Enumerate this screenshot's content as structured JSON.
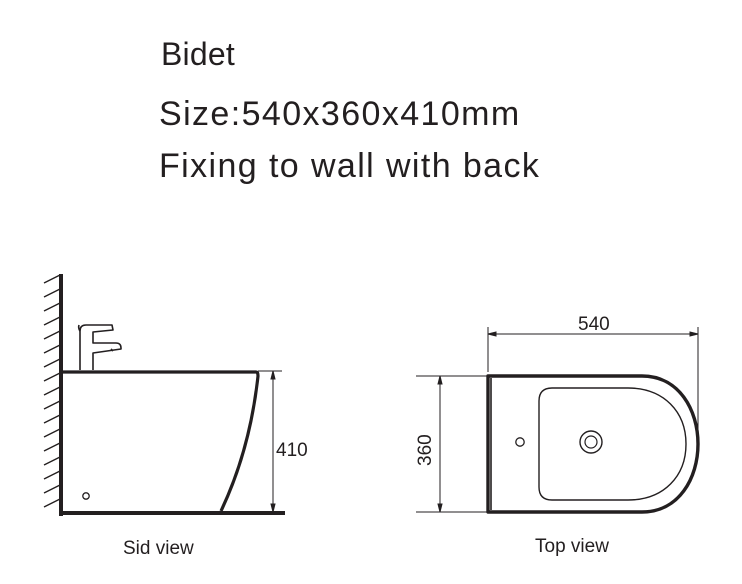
{
  "header": {
    "title": "Bidet",
    "size_spec": "Size:540x360x410mm",
    "fixing_spec": "Fixing to wall with back"
  },
  "side_view": {
    "caption": "Sid view",
    "height_dimension": "410"
  },
  "top_view": {
    "caption": "Top view",
    "width_dimension": "540",
    "depth_dimension": "360"
  },
  "colors": {
    "line": "#231f20",
    "background": "#ffffff"
  }
}
